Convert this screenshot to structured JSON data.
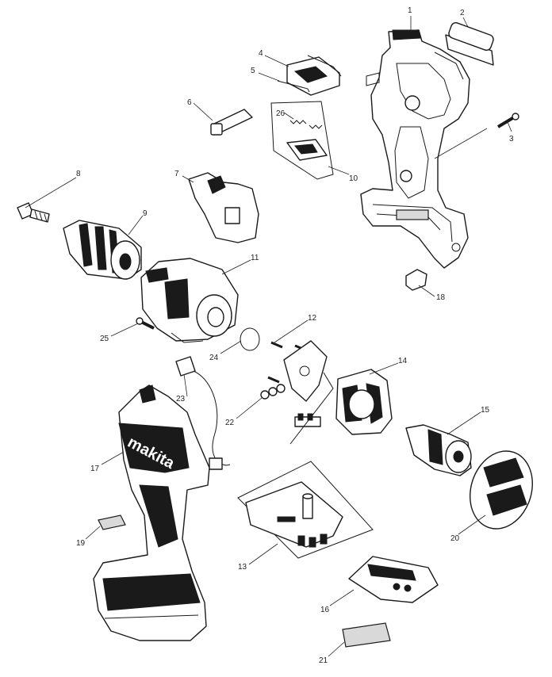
{
  "parts": [
    {
      "id": "p1",
      "label": "1"
    },
    {
      "id": "p2",
      "label": "2"
    },
    {
      "id": "p3",
      "label": "3"
    },
    {
      "id": "p4",
      "label": "4"
    },
    {
      "id": "p5",
      "label": "5"
    },
    {
      "id": "p6",
      "label": "6"
    },
    {
      "id": "p7",
      "label": "7"
    },
    {
      "id": "p8",
      "label": "8"
    },
    {
      "id": "p9",
      "label": "9"
    },
    {
      "id": "p10",
      "label": "10"
    },
    {
      "id": "p11",
      "label": "11"
    },
    {
      "id": "p12",
      "label": "12"
    },
    {
      "id": "p13",
      "label": "13"
    },
    {
      "id": "p14",
      "label": "14"
    },
    {
      "id": "p15",
      "label": "15"
    },
    {
      "id": "p16",
      "label": "16"
    },
    {
      "id": "p17",
      "label": "17"
    },
    {
      "id": "p18",
      "label": "18"
    },
    {
      "id": "p19",
      "label": "19"
    },
    {
      "id": "p20",
      "label": "20"
    },
    {
      "id": "p21",
      "label": "21"
    },
    {
      "id": "p22",
      "label": "22"
    },
    {
      "id": "p23",
      "label": "23"
    },
    {
      "id": "p24",
      "label": "24"
    },
    {
      "id": "p25",
      "label": "25"
    },
    {
      "id": "p26",
      "label": "26"
    }
  ],
  "brand_logo": "makita"
}
